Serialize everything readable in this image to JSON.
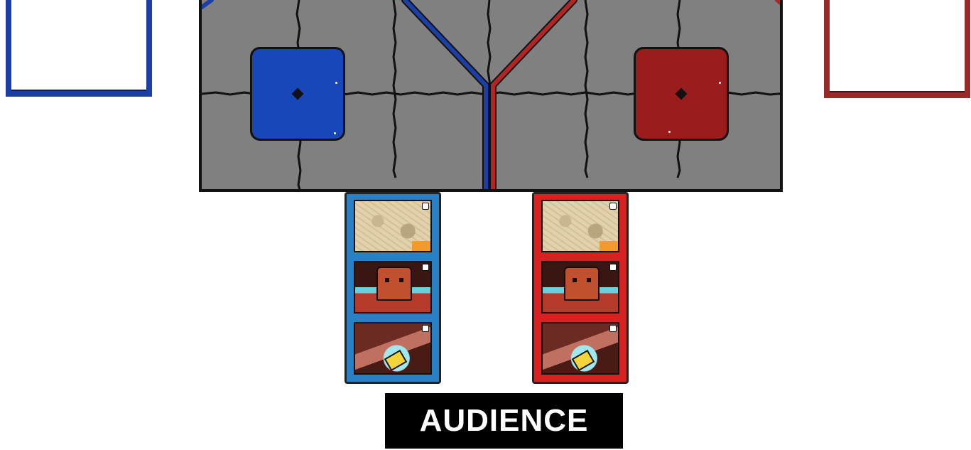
{
  "board": {
    "label": "AUDIENCE",
    "colors": {
      "blue_team": "#1747b8",
      "red_team": "#9a1c1c",
      "board_gray": "#808080",
      "blue_deck": "#2a80c4",
      "red_deck": "#d82222"
    }
  },
  "decks": {
    "blue": {
      "cards": [
        "treasure-map-card",
        "golem-card",
        "crystal-burst-card"
      ]
    },
    "red": {
      "cards": [
        "treasure-map-card",
        "golem-card",
        "crystal-burst-card"
      ]
    }
  }
}
